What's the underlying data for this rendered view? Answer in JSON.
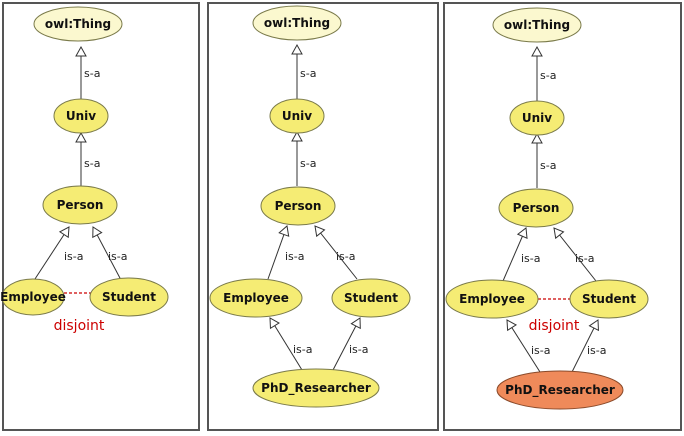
{
  "colors": {
    "node_fill": "#f5ec74",
    "root_fill": "#fbf8cf",
    "highlight_fill": "#ef8a5a",
    "node_stroke": "#7a7a4a",
    "edge": "#333333",
    "disjoint": "#cc0000",
    "panel_border": "#555555"
  },
  "panels": [
    {
      "nodes": [
        {
          "label": "owl:Thing"
        },
        {
          "label": "Univ"
        },
        {
          "label": "Person"
        },
        {
          "label": "Employee"
        },
        {
          "label": "Student"
        }
      ],
      "edge_labels": [
        "s-a",
        "s-a",
        "is-a",
        "is-a"
      ],
      "disjoint_label": "disjoint"
    },
    {
      "nodes": [
        {
          "label": "owl:Thing"
        },
        {
          "label": "Univ"
        },
        {
          "label": "Person"
        },
        {
          "label": "Employee"
        },
        {
          "label": "Student"
        },
        {
          "label": "PhD_Researcher"
        }
      ],
      "edge_labels": [
        "s-a",
        "s-a",
        "is-a",
        "is-a",
        "is-a",
        "is-a"
      ]
    },
    {
      "nodes": [
        {
          "label": "owl:Thing"
        },
        {
          "label": "Univ"
        },
        {
          "label": "Person"
        },
        {
          "label": "Employee"
        },
        {
          "label": "Student"
        },
        {
          "label": "PhD_Researcher"
        }
      ],
      "edge_labels": [
        "s-a",
        "s-a",
        "is-a",
        "is-a",
        "is-a",
        "is-a"
      ],
      "disjoint_label": "disjoint"
    }
  ]
}
